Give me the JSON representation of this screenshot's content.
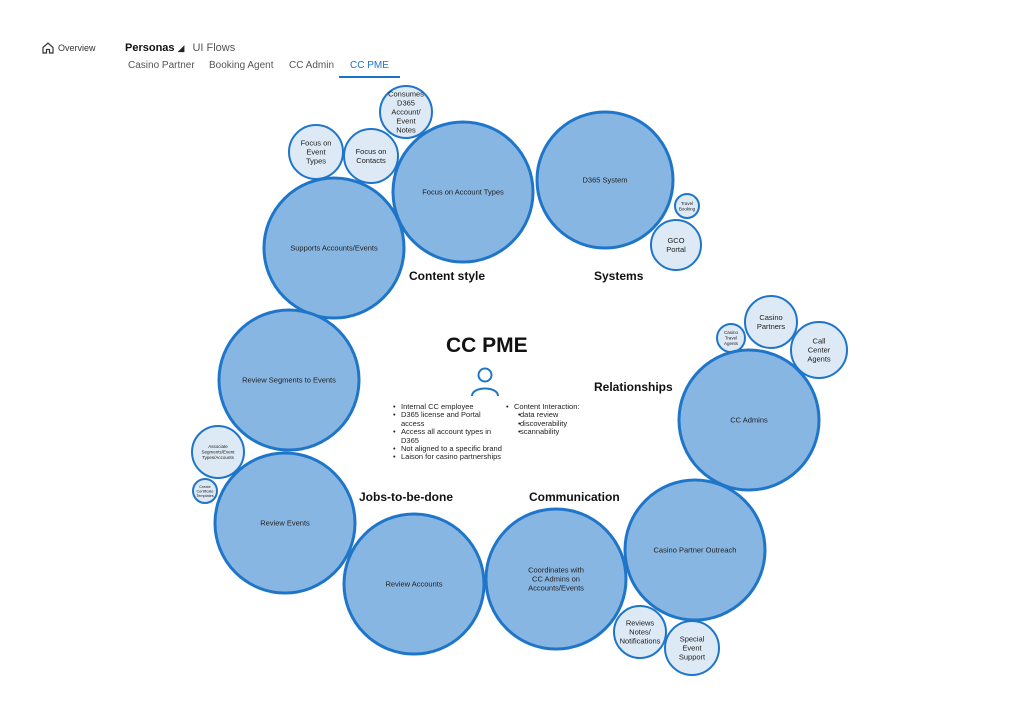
{
  "nav": {
    "overview_label": "Overview",
    "breadcrumb_personas": "Personas",
    "breadcrumb_ui_flows": "UI Flows",
    "tabs": [
      {
        "label": "Casino Partner",
        "active": false
      },
      {
        "label": "Booking Agent",
        "active": false
      },
      {
        "label": "CC Admin",
        "active": false
      },
      {
        "label": "CC PME",
        "active": true
      }
    ]
  },
  "colors": {
    "accent": "#1a73c9",
    "bubble_large_fill": "#88b6e3",
    "bubble_small_fill": "#dde9f5",
    "bubble_stroke": "#1f76c9"
  },
  "persona": {
    "title": "CC PME",
    "icon": "person-icon",
    "attributes": [
      "Internal CC employee",
      "D365 license and Portal access",
      "Access all account types in D365",
      "Not aligned to a specific brand",
      "Laison for casino partnerships"
    ],
    "content_interaction": {
      "label": "Content Interaction:",
      "items": [
        "data review",
        "discoverability",
        "scannability"
      ]
    }
  },
  "sections": {
    "content_style": "Content style",
    "systems": "Systems",
    "relationships": "Relationships",
    "communication": "Communication",
    "jobs": "Jobs-to-be-done"
  },
  "bubbles": {
    "focus_event_types": "Focus on Event Types",
    "focus_contacts": "Focus on Contacts",
    "consumes_d365": "Consumes D365 Account/ Event Notes",
    "focus_account_types": "Focus on Account Types",
    "supports_accounts_events": "Supports Accounts/Events",
    "d365_system": "D365 System",
    "travel_booking": "Travel Booking",
    "gco_portal": "GCO Portal",
    "casino_partners": "Casino Partners",
    "casino_travel_agents": "Casino Travel Agents",
    "call_center_agents": "Call Center Agents",
    "cc_admins": "CC Admins",
    "review_segments": "Review Segments to Events",
    "associate_segments": "Associate Segments/Event Types/Accounts",
    "create_certificate": "Create Certificate Templates",
    "review_events": "Review Events",
    "review_accounts": "Review Accounts",
    "coordinates": "Coordinates with CC Admins on Accounts/Events",
    "casino_partner_outreach": "Casino Partner Outreach",
    "reviews_notes": "Reviews Notes/ Notifications",
    "special_event_support": "Special Event Support"
  }
}
